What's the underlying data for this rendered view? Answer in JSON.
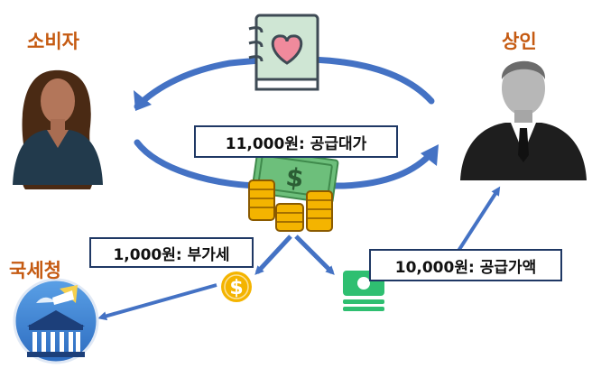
{
  "parties": {
    "consumer": "소비자",
    "merchant": "상인",
    "tax_office": "국세청"
  },
  "amounts": {
    "supply_price_total": "11,000원: 공급대가",
    "vat": "1,000원: 부가세",
    "supply_value": "10,000원: 공급가액"
  },
  "icons": {
    "center_top": "heart-book-icon",
    "center": "money-stack-icon",
    "vat_coin": "dollar-coin-icon",
    "cash": "cash-bills-icon",
    "tax_office": "tax-office-building-icon"
  },
  "colors": {
    "arrow": "#4472c4",
    "label": "#c55a11",
    "box_border": "#1f3864",
    "money_green": "#6dbf7b",
    "coin_gold": "#f4b400"
  }
}
